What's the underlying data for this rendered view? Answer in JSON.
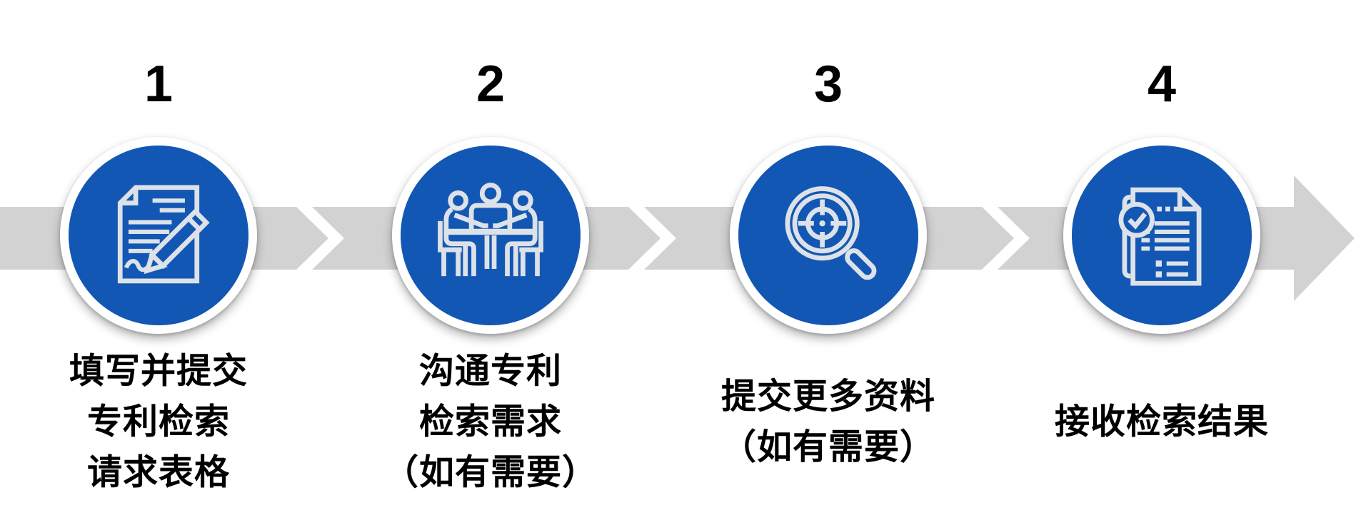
{
  "diagram_type": "process-flow",
  "steps": [
    {
      "number": "1",
      "icon": "document-pencil-icon",
      "label_lines": [
        "填写并提交",
        "专利检索",
        "请求表格"
      ]
    },
    {
      "number": "2",
      "icon": "meeting-discussion-icon",
      "label_lines": [
        "沟通专利",
        "检索需求",
        "（如有需要）"
      ]
    },
    {
      "number": "3",
      "icon": "magnifier-target-icon",
      "label_lines": [
        "提交更多资料",
        "（如有需要）"
      ]
    },
    {
      "number": "4",
      "icon": "report-checkmark-icon",
      "label_lines": [
        "接收检索结果"
      ]
    }
  ],
  "colors": {
    "circle_blue": "#1257b4",
    "arrow_gray": "#d2d2d2",
    "icon_stroke": "#dde2e8",
    "ring_white": "#ffffff",
    "text_color": "#000000",
    "background": "#ffffff"
  }
}
